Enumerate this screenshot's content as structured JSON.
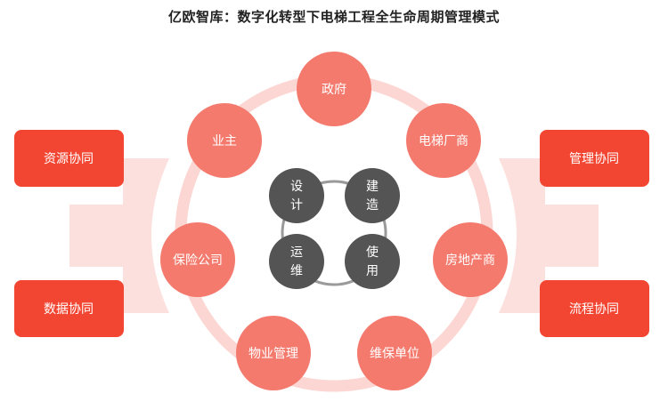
{
  "title": "亿欧智库：数字化转型下电梯工程全生命周期管理模式",
  "colors": {
    "node": "#f47a6e",
    "box": "#f24632",
    "ring": "#fbd6d2",
    "core": "#545454",
    "core_ring": "#9a9a9a",
    "band": "#fbd6d2"
  },
  "stakeholders": [
    {
      "label": "政府"
    },
    {
      "label": "电梯厂商"
    },
    {
      "label": "房地产商"
    },
    {
      "label": "维保单位"
    },
    {
      "label": "物业管理"
    },
    {
      "label": "保险公司"
    },
    {
      "label": "业主"
    }
  ],
  "core": [
    {
      "line1": "设",
      "line2": "计"
    },
    {
      "line1": "建",
      "line2": "造"
    },
    {
      "line1": "运",
      "line2": "维"
    },
    {
      "line1": "使",
      "line2": "用"
    }
  ],
  "collab_left": [
    {
      "label": "资源协同"
    },
    {
      "label": "数据协同"
    }
  ],
  "collab_right": [
    {
      "label": "管理协同"
    },
    {
      "label": "流程协同"
    }
  ]
}
